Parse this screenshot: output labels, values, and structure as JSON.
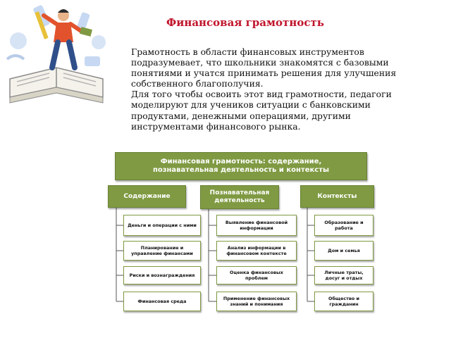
{
  "slide": {
    "title": "Финансовая грамотность",
    "paragraph1": "Грамотность в области финансовых инструментов подразумевает, что школьники знакомятся с базовыми понятиями и учатся принимать решения для улучшения собственного благополучия.",
    "paragraph2": "Для того чтобы освоить этот вид грамотности, педагоги моделируют для учеников ситуации с банковскими продуктами, денежными операциями, другими инструментами финансового рынка."
  },
  "diagram": {
    "banner_line1": "Финансовая грамотность: содержание,",
    "banner_line2": "познавательная деятельность и контексты",
    "columns": [
      {
        "header": "Содержание",
        "items": [
          "Деньги и операции с ними",
          "Планирование и управление финансами",
          "Риски и вознаграждения",
          "Финансовая среда"
        ]
      },
      {
        "header": "Познавательная деятельность",
        "items": [
          "Выявление финансовой информации",
          "Анализ информации в финансовом контексте",
          "Оценка финансовых проблем",
          "Применение финансовых знаний и понимания"
        ]
      },
      {
        "header": "Контексты",
        "items": [
          "Образование и работа",
          "Дом и семья",
          "Личные траты, досуг и отдых",
          "Общество и гражданин"
        ]
      }
    ]
  },
  "colors": {
    "title": "#c0152c",
    "box_fill": "#7f9a42",
    "box_border": "#6a8236"
  }
}
